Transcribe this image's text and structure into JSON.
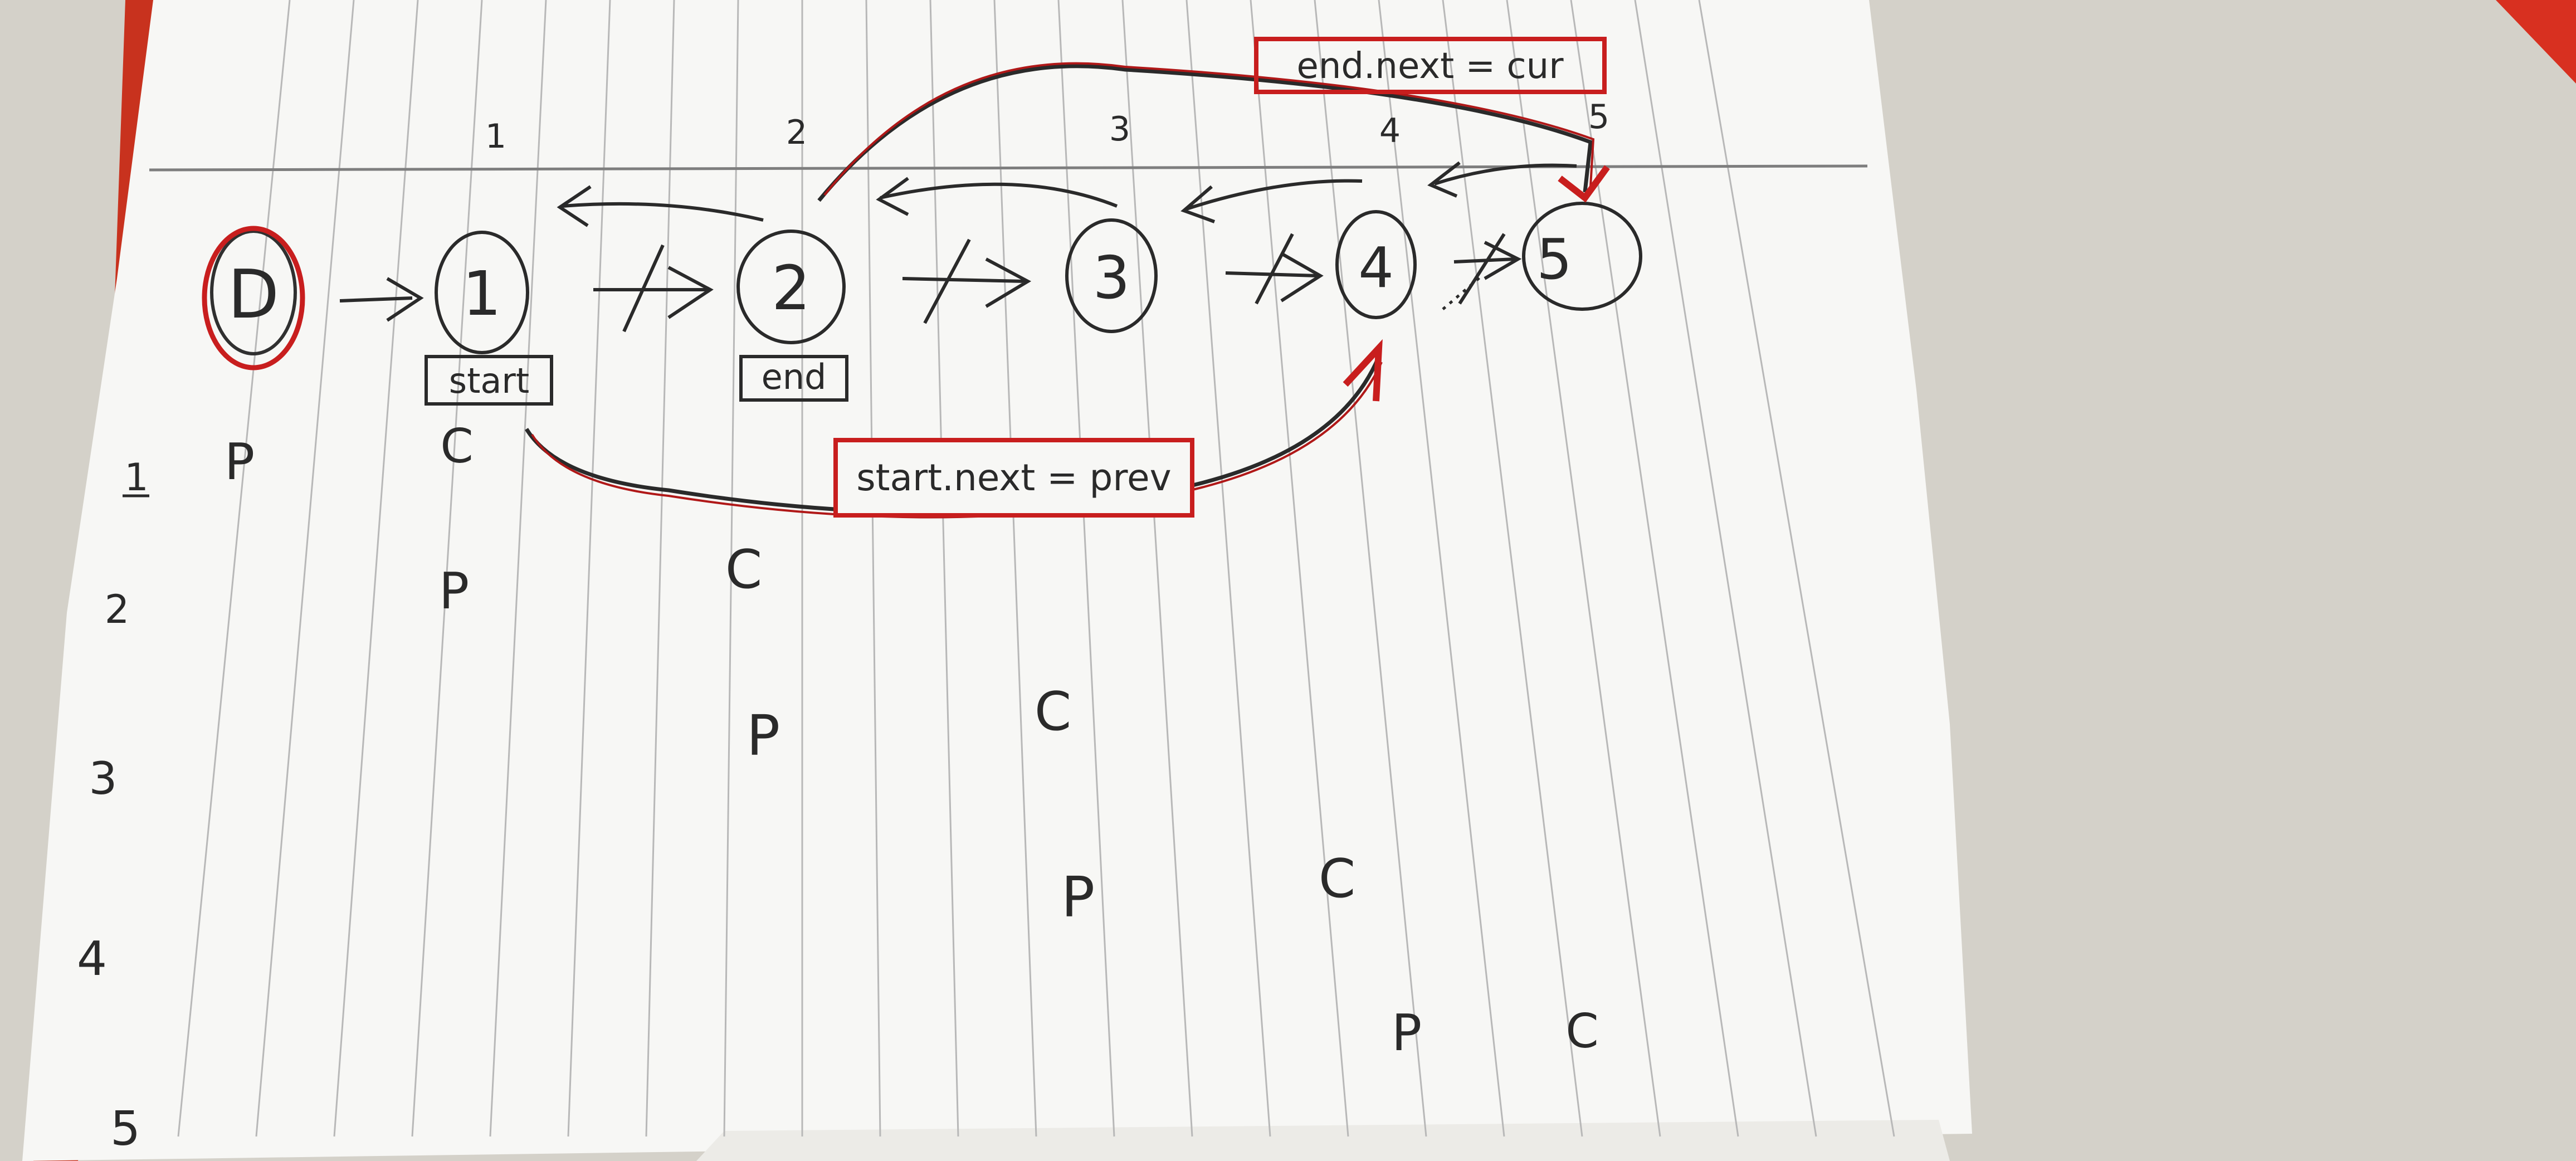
{
  "notebook": {
    "header_numbers": [
      "1",
      "2",
      "3",
      "4",
      "5"
    ],
    "nodes": [
      {
        "label": "D",
        "highlight": true
      },
      {
        "label": "1",
        "highlight": false
      },
      {
        "label": "2",
        "highlight": false
      },
      {
        "label": "3",
        "highlight": false
      },
      {
        "label": "4",
        "highlight": false
      },
      {
        "label": "5",
        "highlight": false
      }
    ],
    "tags": {
      "start": "start",
      "end": "end"
    },
    "notes": {
      "end_next": "end.next = cur",
      "start_next": "start.next = prev"
    },
    "steps": [
      {
        "number": "1",
        "p": "P",
        "c": "C"
      },
      {
        "number": "2",
        "p": "P",
        "c": "C"
      },
      {
        "number": "3",
        "p": "P",
        "c": "C"
      },
      {
        "number": "4",
        "p": "P",
        "c": "C"
      },
      {
        "number": "5",
        "p": "P",
        "c": "C"
      }
    ],
    "colors": {
      "ink": "#2a2a2a",
      "red": "#c81e1e",
      "paper": "#f7f7f5"
    }
  }
}
